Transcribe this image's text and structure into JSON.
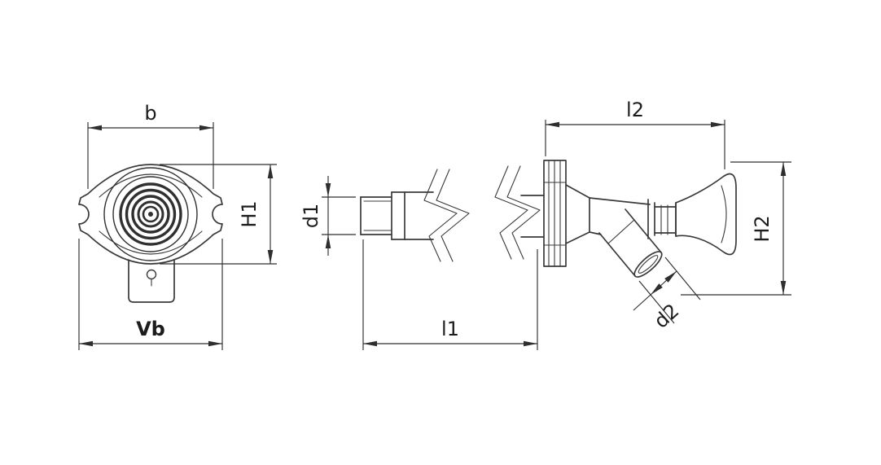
{
  "drawing": {
    "background_color": "#ffffff",
    "object_line_color": "#3a3a3a",
    "dimension_line_color": "#2e2e2e",
    "label_color": "#1c1c1c",
    "labels": {
      "b": "b",
      "h1": "H1",
      "vb": "Vb",
      "d1": "d1",
      "l1": "l1",
      "l2": "l2",
      "h2": "H2",
      "d2": "d2"
    }
  }
}
